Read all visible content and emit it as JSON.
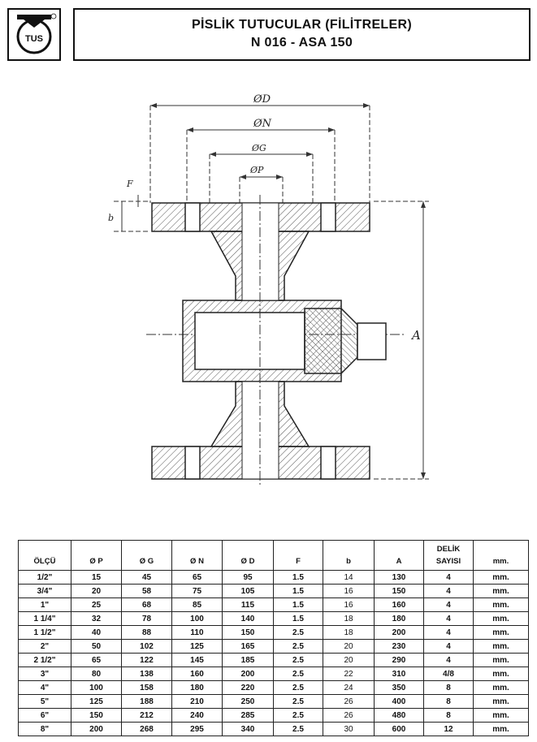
{
  "header": {
    "logo_text": "TUS",
    "title": "PİSLİK TUTUCULAR (FİLİTRELER)",
    "subtitle": "N 016 - ASA 150"
  },
  "drawing_labels": {
    "d": "ØD",
    "n": "ØN",
    "g": "ØG",
    "p": "ØP",
    "f": "F",
    "b": "b",
    "a": "A"
  },
  "table": {
    "headers": [
      "ÖLÇÜ",
      "Ø P",
      "Ø G",
      "Ø N",
      "Ø D",
      "F",
      "b",
      "A",
      "DELİK SAYISI",
      "mm."
    ],
    "rows": [
      [
        "1/2\"",
        "15",
        "45",
        "65",
        "95",
        "1.5",
        "14",
        "130",
        "4",
        "mm."
      ],
      [
        "3/4\"",
        "20",
        "58",
        "75",
        "105",
        "1.5",
        "16",
        "150",
        "4",
        "mm."
      ],
      [
        "1\"",
        "25",
        "68",
        "85",
        "115",
        "1.5",
        "16",
        "160",
        "4",
        "mm."
      ],
      [
        "1 1/4\"",
        "32",
        "78",
        "100",
        "140",
        "1.5",
        "18",
        "180",
        "4",
        "mm."
      ],
      [
        "1 1/2\"",
        "40",
        "88",
        "110",
        "150",
        "2.5",
        "18",
        "200",
        "4",
        "mm."
      ],
      [
        "2\"",
        "50",
        "102",
        "125",
        "165",
        "2.5",
        "20",
        "230",
        "4",
        "mm."
      ],
      [
        "2 1/2\"",
        "65",
        "122",
        "145",
        "185",
        "2.5",
        "20",
        "290",
        "4",
        "mm."
      ],
      [
        "3\"",
        "80",
        "138",
        "160",
        "200",
        "2.5",
        "22",
        "310",
        "4/8",
        "mm."
      ],
      [
        "4\"",
        "100",
        "158",
        "180",
        "220",
        "2.5",
        "24",
        "350",
        "8",
        "mm."
      ],
      [
        "5\"",
        "125",
        "188",
        "210",
        "250",
        "2.5",
        "26",
        "400",
        "8",
        "mm."
      ],
      [
        "6\"",
        "150",
        "212",
        "240",
        "285",
        "2.5",
        "26",
        "480",
        "8",
        "mm."
      ],
      [
        "8\"",
        "200",
        "268",
        "295",
        "340",
        "2.5",
        "30",
        "600",
        "12",
        "mm."
      ]
    ]
  }
}
